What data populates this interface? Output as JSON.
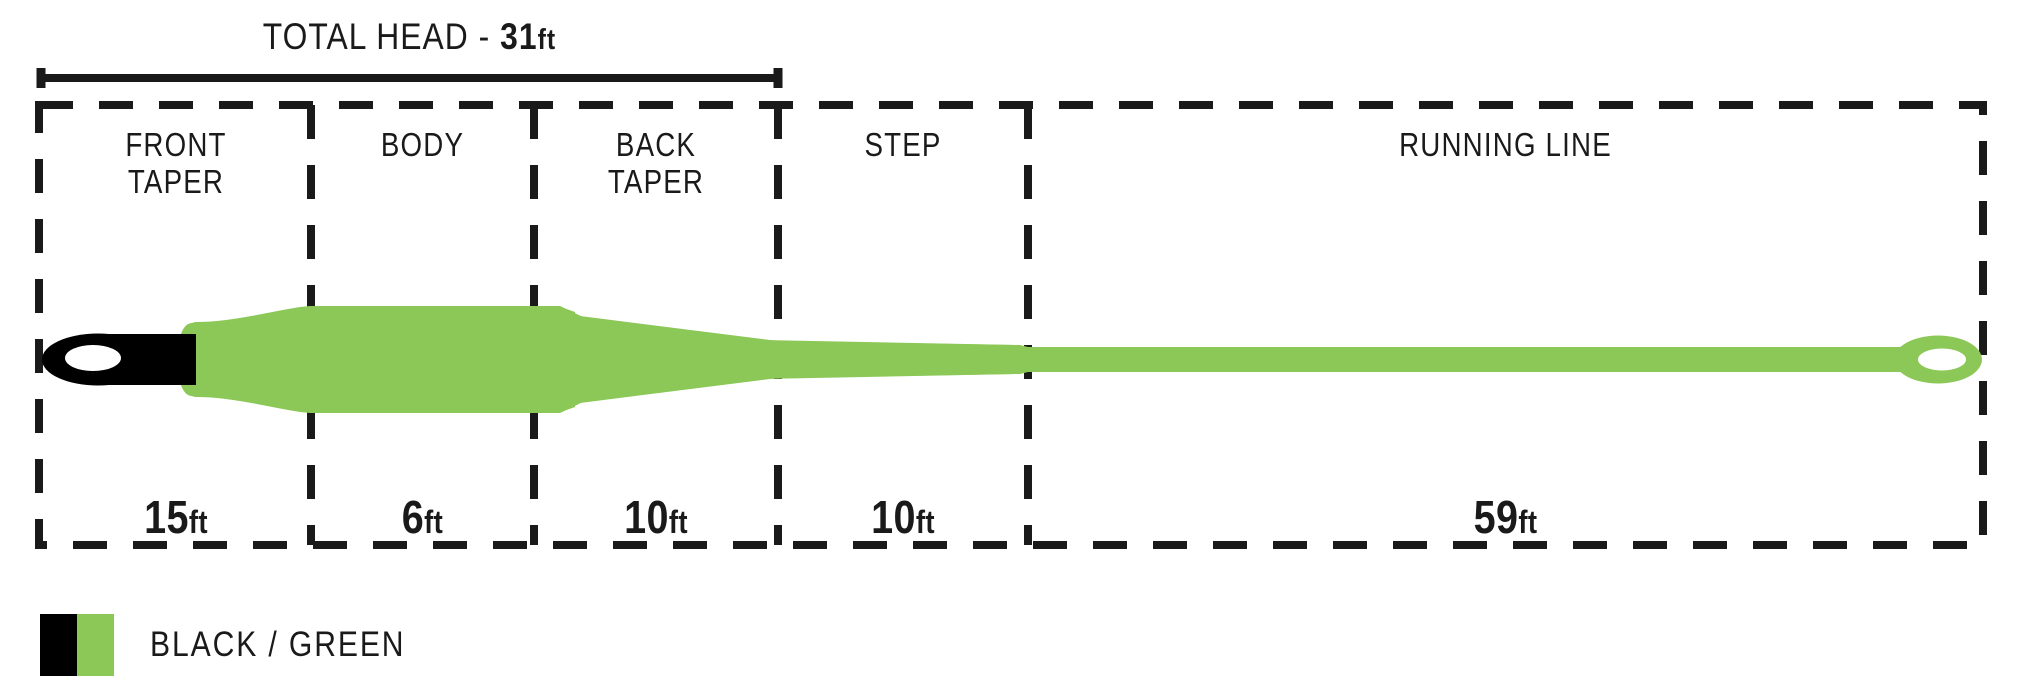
{
  "diagram": {
    "type": "fly-line-taper-profile",
    "total_head": {
      "label": "TOTAL HEAD - ",
      "value": "31",
      "unit": "ft",
      "full_text": "TOTAL HEAD - 31ft"
    },
    "segments": [
      {
        "id": "front-taper",
        "label": "FRONT\nTAPER",
        "label_line1": "FRONT",
        "label_line2": "TAPER",
        "length_value": "15",
        "length_unit": "ft"
      },
      {
        "id": "body",
        "label": "BODY",
        "label_line1": "BODY",
        "label_line2": "",
        "length_value": "6",
        "length_unit": "ft"
      },
      {
        "id": "back-taper",
        "label": "BACK\nTAPER",
        "label_line1": "BACK",
        "label_line2": "TAPER",
        "length_value": "10",
        "length_unit": "ft"
      },
      {
        "id": "step",
        "label": "STEP",
        "label_line1": "STEP",
        "label_line2": "",
        "length_value": "10",
        "length_unit": "ft"
      },
      {
        "id": "running-line",
        "label": "RUNNING LINE",
        "label_line1": "RUNNING LINE",
        "label_line2": "",
        "length_value": "59",
        "length_unit": "ft"
      }
    ],
    "legend": {
      "label": "BLACK / GREEN",
      "swatch_left_color": "#000000",
      "swatch_right_color": "#8CC857"
    },
    "colors": {
      "line_green": "#8CC857",
      "line_black": "#000000",
      "stroke": "#1a1a1a",
      "background": "#ffffff"
    }
  }
}
